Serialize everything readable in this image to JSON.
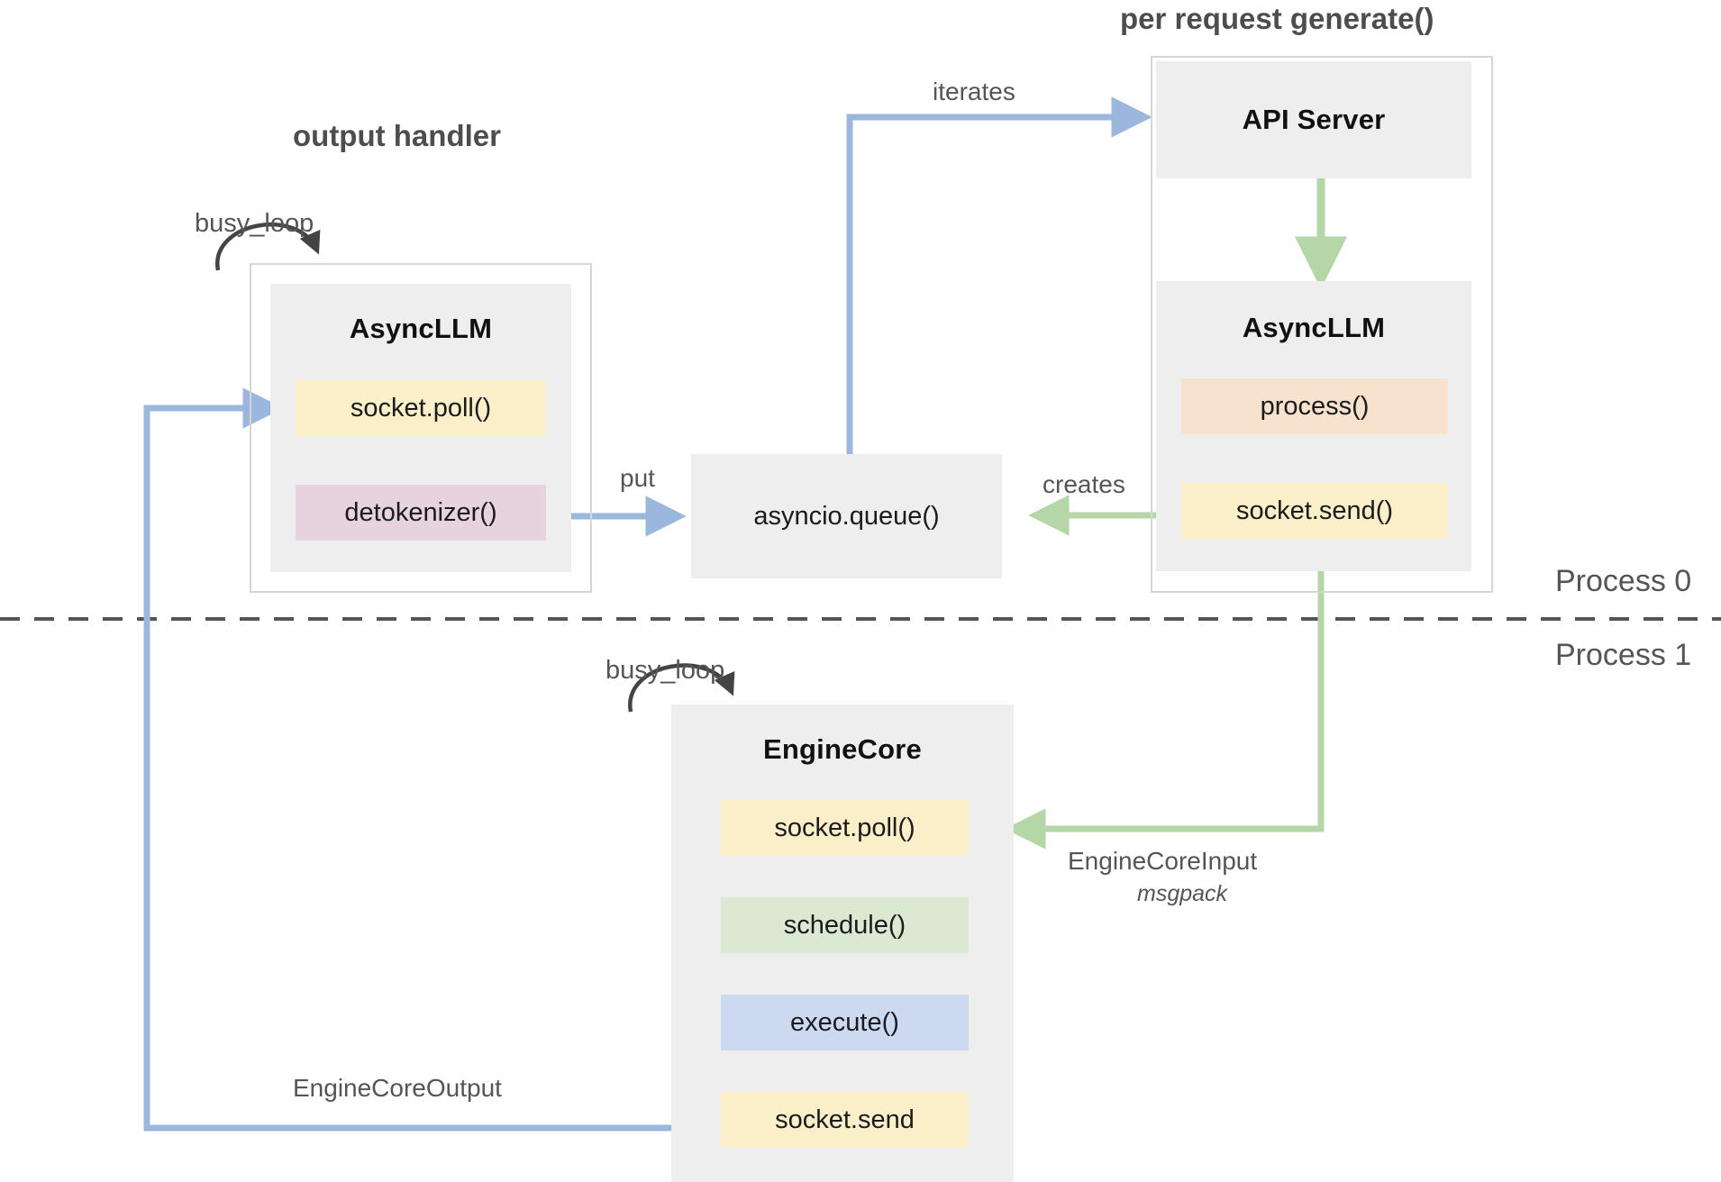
{
  "diagram": {
    "title_left": "output handler",
    "title_right": "per request generate()",
    "process_top": "Process 0",
    "process_bottom": "Process 1"
  },
  "groups": {
    "output_handler": {
      "heading": "output handler",
      "block_title": "AsyncLLM",
      "chips": [
        {
          "label": "socket.poll()",
          "color": "#faefc8"
        },
        {
          "label": "detokenizer()",
          "color": "#e6d3de"
        }
      ],
      "self_loop_label": "busy_loop"
    },
    "per_request": {
      "heading": "per request generate()",
      "api_server_title": "API Server",
      "async_llm_title": "AsyncLLM",
      "chips": [
        {
          "label": "process()",
          "color": "#f7e2cd"
        },
        {
          "label": "socket.send()",
          "color": "#faefc8"
        }
      ]
    },
    "queue": {
      "label": "asyncio.queue()"
    },
    "engine_core": {
      "block_title": "EngineCore",
      "self_loop_label": "busy_loop",
      "chips": [
        {
          "label": "socket.poll()",
          "color": "#faefc8"
        },
        {
          "label": "schedule()",
          "color": "#dbe8d2"
        },
        {
          "label": "execute()",
          "color": "#ccd9f0"
        },
        {
          "label": "socket.send",
          "color": "#faefc8"
        }
      ]
    }
  },
  "edges": [
    {
      "id": "iterates",
      "label": "iterates",
      "color": "#9bb7dd"
    },
    {
      "id": "put",
      "label": "put",
      "color": "#9bb7dd"
    },
    {
      "id": "creates",
      "label": "creates",
      "color": "#b5d6a7"
    },
    {
      "id": "api-to-asyncllm",
      "label": "",
      "color": "#b5d6a7"
    },
    {
      "id": "engine-core-input",
      "label": "EngineCoreInput",
      "sublabel": "msgpack",
      "color": "#b5d6a7"
    },
    {
      "id": "engine-core-output",
      "label": "EngineCoreOutput",
      "color": "#9bb7dd"
    }
  ],
  "colors": {
    "block_bg": "#eeeeee",
    "frame_border": "#d6d6d6",
    "blue_arrow": "#9bb7dd",
    "green_arrow": "#b5d6a7",
    "black_arrow": "#444444",
    "divider": "#555555",
    "chip_yellow": "#faefc8",
    "chip_pink": "#e6d3de",
    "chip_peach": "#f7e2cd",
    "chip_green": "#dbe8d2",
    "chip_blue": "#ccd9f0"
  }
}
